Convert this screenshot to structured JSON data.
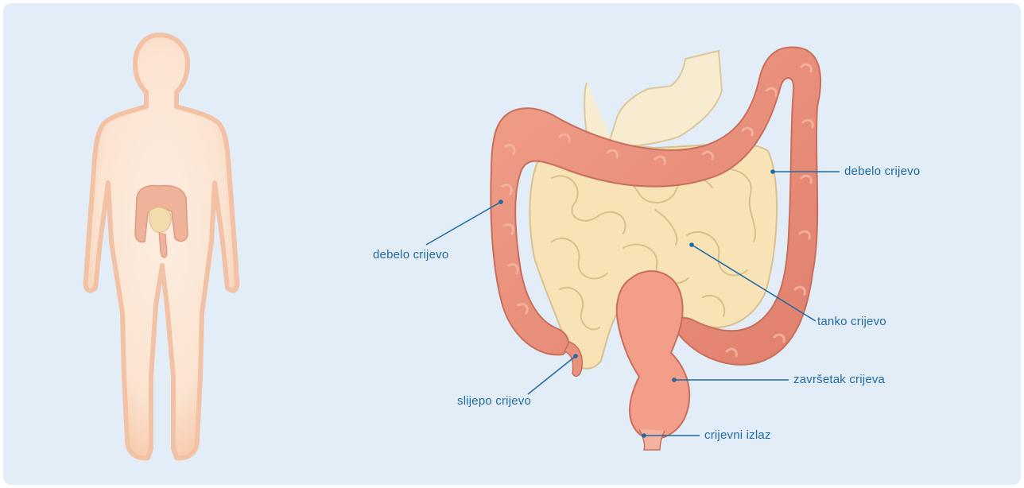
{
  "colors": {
    "background": "#e3edf7",
    "label": "#1f6aa3",
    "leader_line": "#1f6aa3",
    "body_fill": "#fbe0cc",
    "large_intestine": "#e8927e",
    "small_intestine": "#f7e2b4"
  },
  "labels": {
    "large_intestine_left": "debelo crijevo",
    "large_intestine_right": "debelo crijevo",
    "small_intestine": "tanko crijevo",
    "appendix": "slijepo crijevo",
    "rectum": "završetak crijeva",
    "anus": "crijevni izlaz"
  }
}
